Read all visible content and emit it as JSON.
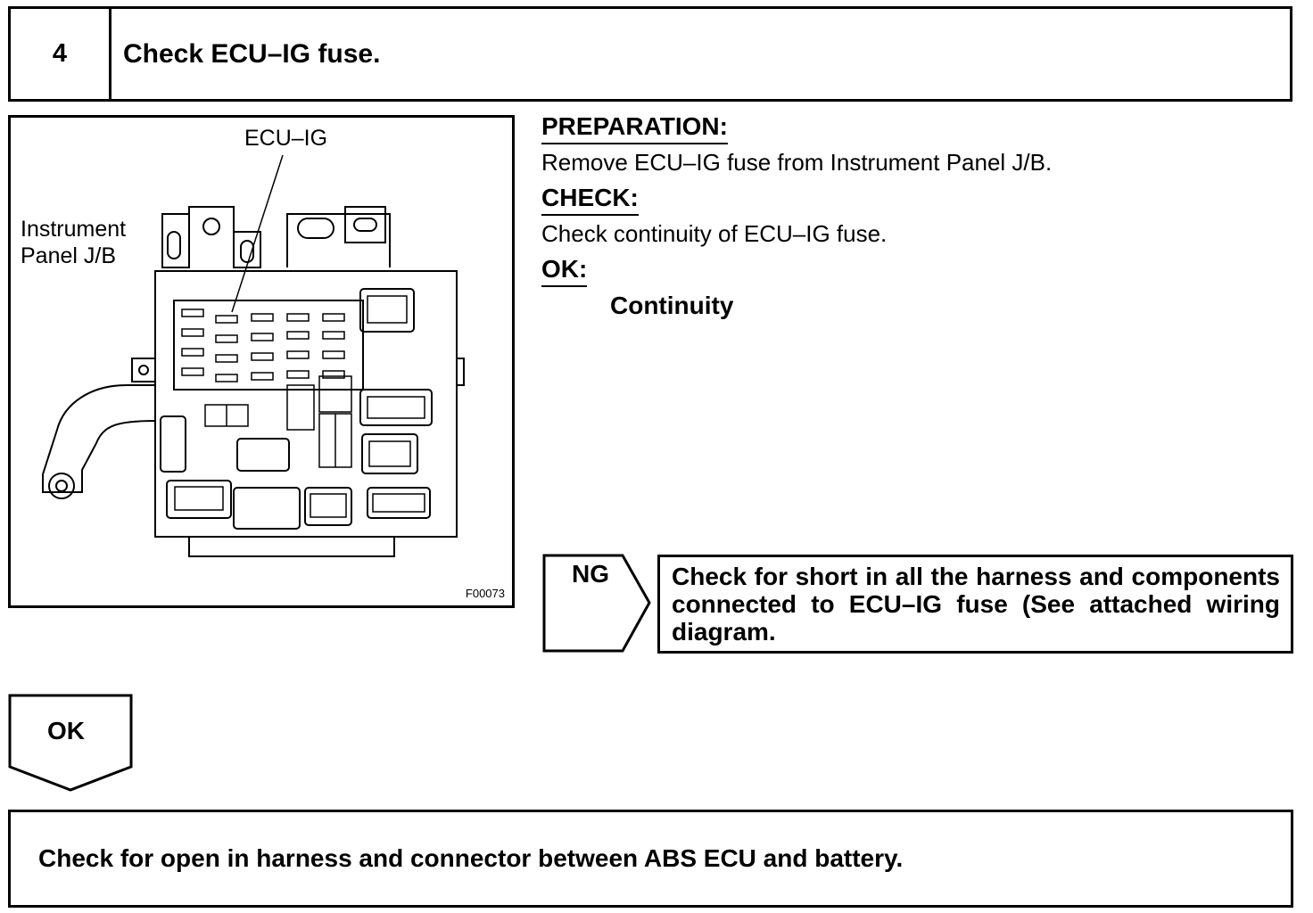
{
  "step": {
    "number": "4",
    "title": "Check ECU–IG fuse."
  },
  "figure": {
    "label_fuse": "ECU–IG",
    "label_jb_line1": "Instrument",
    "label_jb_line2": "Panel J/B",
    "code": "F00073"
  },
  "preparation": {
    "heading": "PREPARATION:",
    "text": "Remove ECU–IG fuse from Instrument Panel J/B."
  },
  "check": {
    "heading": "CHECK:",
    "text": "Check continuity of ECU–IG fuse."
  },
  "ok_result": {
    "heading": "OK:",
    "value": "Continuity"
  },
  "ng": {
    "label": "NG",
    "action": "Check for short in all the harness and components connected to ECU–IG fuse (See attached wiring diagram."
  },
  "ok": {
    "label": "OK",
    "action": "Check for open in harness and connector between ABS ECU and battery."
  }
}
